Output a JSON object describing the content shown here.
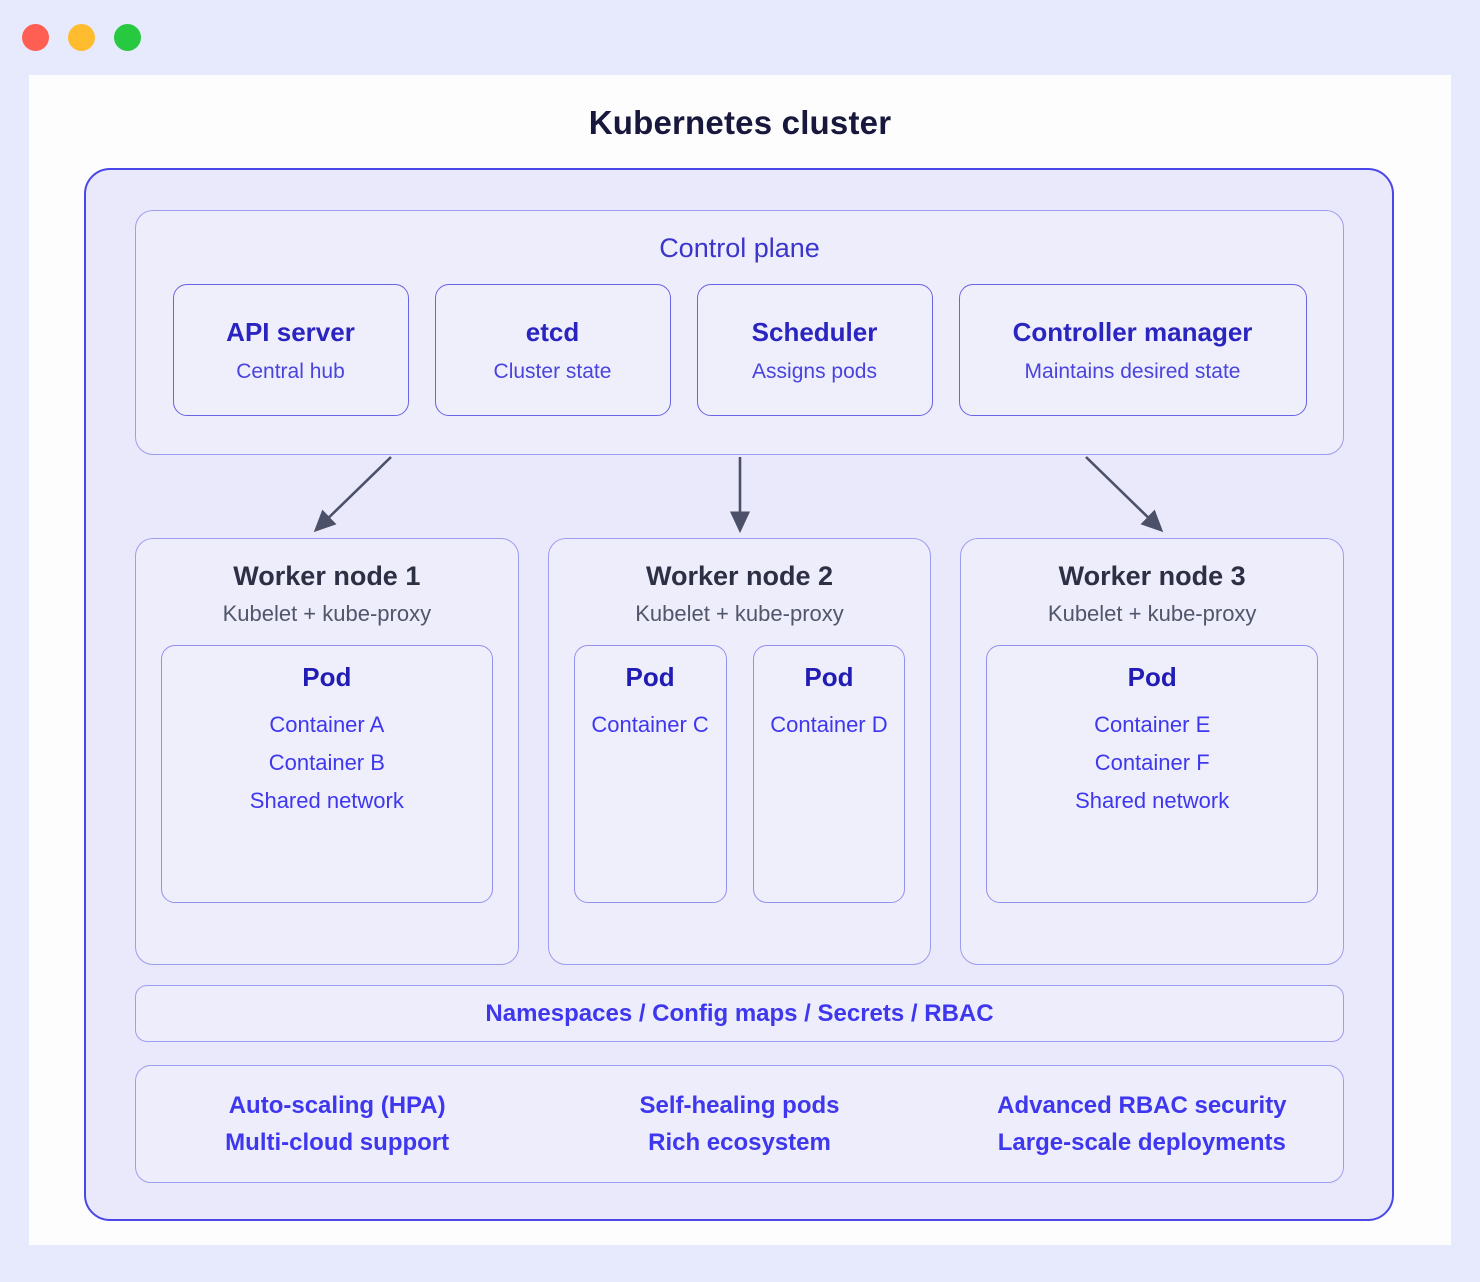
{
  "window": {
    "dots": [
      "close-red",
      "minimize-yellow",
      "maximize-green"
    ]
  },
  "page_title": "Kubernetes cluster",
  "cluster": {
    "control_plane": {
      "title": "Control plane",
      "components": [
        {
          "name": "API server",
          "desc": "Central hub"
        },
        {
          "name": "etcd",
          "desc": "Cluster state"
        },
        {
          "name": "Scheduler",
          "desc": "Assigns pods"
        },
        {
          "name": "Controller manager",
          "desc": "Maintains desired state"
        }
      ]
    },
    "worker_nodes": [
      {
        "title": "Worker node 1",
        "subtitle": "Kubelet + kube-proxy",
        "pods": [
          {
            "title": "Pod",
            "lines": [
              "Container A",
              "Container B",
              "Shared network"
            ]
          }
        ]
      },
      {
        "title": "Worker node 2",
        "subtitle": "Kubelet + kube-proxy",
        "pods": [
          {
            "title": "Pod",
            "lines": [
              "Container C"
            ]
          },
          {
            "title": "Pod",
            "lines": [
              "Container D"
            ]
          }
        ]
      },
      {
        "title": "Worker node 3",
        "subtitle": "Kubelet + kube-proxy",
        "pods": [
          {
            "title": "Pod",
            "lines": [
              "Container E",
              "Container F",
              "Shared network"
            ]
          }
        ]
      }
    ],
    "resources_strip": "Namespaces / Config maps / Secrets / RBAC",
    "features": [
      {
        "top": "Auto-scaling (HPA)",
        "bottom": "Multi-cloud support"
      },
      {
        "top": "Self-healing pods",
        "bottom": "Rich ecosystem"
      },
      {
        "top": "Advanced RBAC security",
        "bottom": "Large-scale deployments"
      }
    ]
  },
  "colors": {
    "page_background": "#E7E9FC",
    "canvas": "#FDFDFE",
    "cluster_border": "#4A46E8",
    "cluster_fill": "#E9E9FB",
    "panel_border": "#9E9DF0",
    "panel_fill": "#EDEDFB",
    "card_border": "#6A63E4",
    "accent_text": "#3F37EE",
    "title_text": "#17183B",
    "node_title_text": "#2D2F45",
    "node_sub_text": "#51566B",
    "arrow": "#4C5068"
  }
}
